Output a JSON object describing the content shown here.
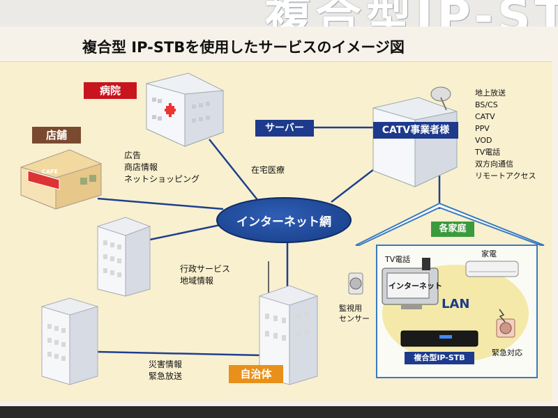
{
  "banner": {
    "text": "複合型IP-STB"
  },
  "heading": "複合型 IP-STBを使用したサービスのイメージ図",
  "nodes": {
    "hospital": "病院",
    "shop": "店舗",
    "server": "サーバー",
    "catv": "CATV事業者様",
    "internet": "インターネット網",
    "home": "各家庭",
    "municipality": "自治体",
    "stb": "複合型IP-STB"
  },
  "catv_services": [
    "地上放送",
    "BS/CS",
    "CATV",
    "PPV",
    "VOD",
    "TV電話",
    "双方向通信",
    "リモートアクセス"
  ],
  "shop_services": [
    "広告",
    "商店情報",
    "ネットショッピング"
  ],
  "hospital_link": "在宅医療",
  "admin_services": [
    "行政サービス",
    "地域情報"
  ],
  "disaster_services": [
    "災害情報",
    "緊急放送"
  ],
  "home_items": {
    "tv_phone": "TV電話",
    "tv_screen": "インターネット",
    "appliance": "家電",
    "lan": "LAN",
    "sensor": [
      "監視用",
      "センサー"
    ],
    "emergency": "緊急対応"
  },
  "cafe_sign": "CAFE",
  "colors": {
    "red_tag": "#c8141e",
    "brown_tag": "#7a4a30",
    "blue_tag": "#1d3a8c",
    "orange_tag": "#e8901a",
    "green_tag": "#3a9a3c",
    "oval": "#1f4aa0"
  }
}
